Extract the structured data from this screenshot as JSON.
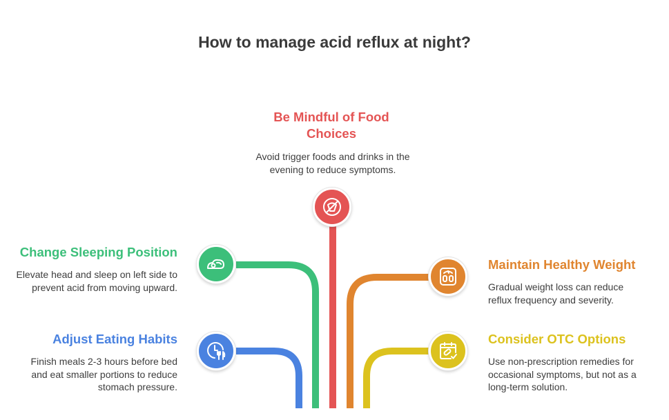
{
  "title": "How to manage acid reflux at night?",
  "colors": {
    "food": "#e45454",
    "sleep": "#3cbf7a",
    "eating": "#4a82e0",
    "weight": "#e0852f",
    "otc": "#dcc21e",
    "text": "#3d3d3d"
  },
  "items": {
    "food": {
      "heading": "Be Mindful of Food Choices",
      "desc": "Avoid trigger foods and drinks in the evening to reduce symptoms.",
      "icon": "no-food-icon"
    },
    "sleep": {
      "heading": "Change Sleeping Position",
      "desc": "Elevate head and sleep on left side to prevent acid from moving upward.",
      "icon": "pillow-icon"
    },
    "eating": {
      "heading": "Adjust Eating Habits",
      "desc": "Finish meals 2-3 hours before bed and eat smaller portions to reduce stomach pressure.",
      "icon": "clock-utensils-icon"
    },
    "weight": {
      "heading": "Maintain Healthy Weight",
      "desc": "Gradual weight loss can reduce reflux frequency and severity.",
      "icon": "scale-icon"
    },
    "otc": {
      "heading": "Consider OTC Options",
      "desc": "Use non-prescription remedies for occasional symptoms, but not as a long-term solution.",
      "icon": "pill-calendar-icon"
    }
  }
}
